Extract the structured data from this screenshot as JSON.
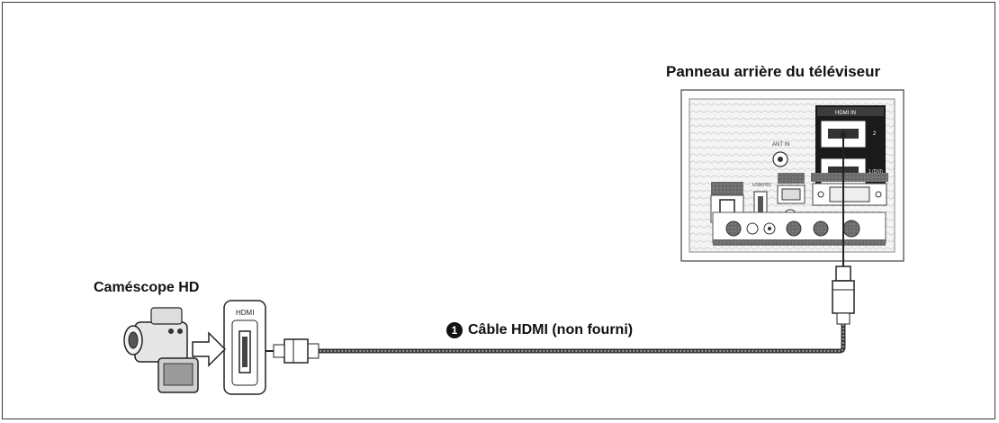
{
  "tv_panel": {
    "title": "Panneau arrière du téléviseur",
    "hdmi_in_label": "HDMI IN",
    "port1_label": "2",
    "port2_label": "1 (DVI)",
    "ant_in_label": "ANT IN",
    "usb_label": "USB(HD)"
  },
  "camcorder": {
    "title": "Caméscope HD",
    "port_label": "HDMI"
  },
  "cable": {
    "step_number": "1",
    "label": "Câble HDMI (non fourni)"
  }
}
